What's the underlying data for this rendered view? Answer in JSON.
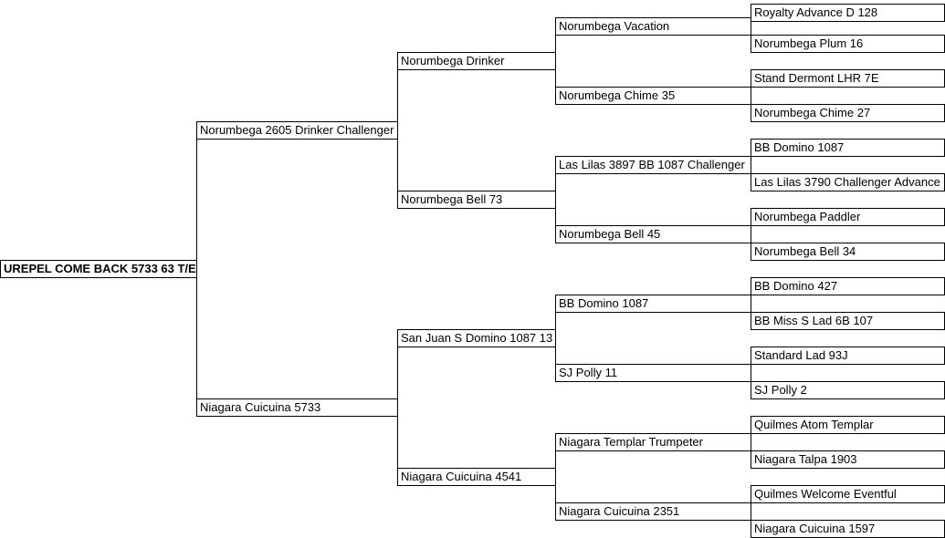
{
  "chart_type": "pedigree-tree",
  "colors": {
    "background": "#ffffff",
    "box_border": "#000000",
    "connector_line": "#000000",
    "text": "#000000"
  },
  "pedigree": {
    "subject": "UREPEL COME BACK 5733 63 T/E",
    "generation1": [
      "Norumbega 2605 Drinker Challenger",
      "Niagara Cuicuina 5733"
    ],
    "generation2": [
      "Norumbega Drinker",
      "Norumbega Bell 73",
      "San Juan S Domino 1087 13",
      "Niagara Cuicuina 4541"
    ],
    "generation3": [
      "Norumbega Vacation",
      "Norumbega Chime 35",
      "Las Lilas 3897 BB 1087 Challenger",
      "Norumbega Bell 45",
      "BB Domino 1087",
      "SJ Polly 11",
      "Niagara Templar Trumpeter",
      "Niagara Cuicuina 2351"
    ],
    "generation4": [
      "Royalty Advance D 128",
      "Norumbega Plum 16",
      "Stand Dermont LHR 7E",
      "Norumbega Chime 27",
      "BB Domino 1087",
      "Las Lilas 3790 Challenger Advance",
      "Norumbega Paddler",
      "Norumbega Bell 34",
      "BB Domino 427",
      "BB Miss S Lad 6B 107",
      "Standard Lad 93J",
      "SJ Polly 2",
      "Quilmes Atom Templar",
      "Niagara Talpa 1903",
      "Quilmes Welcome Eventful",
      "Niagara Cuicuina 1597"
    ]
  }
}
